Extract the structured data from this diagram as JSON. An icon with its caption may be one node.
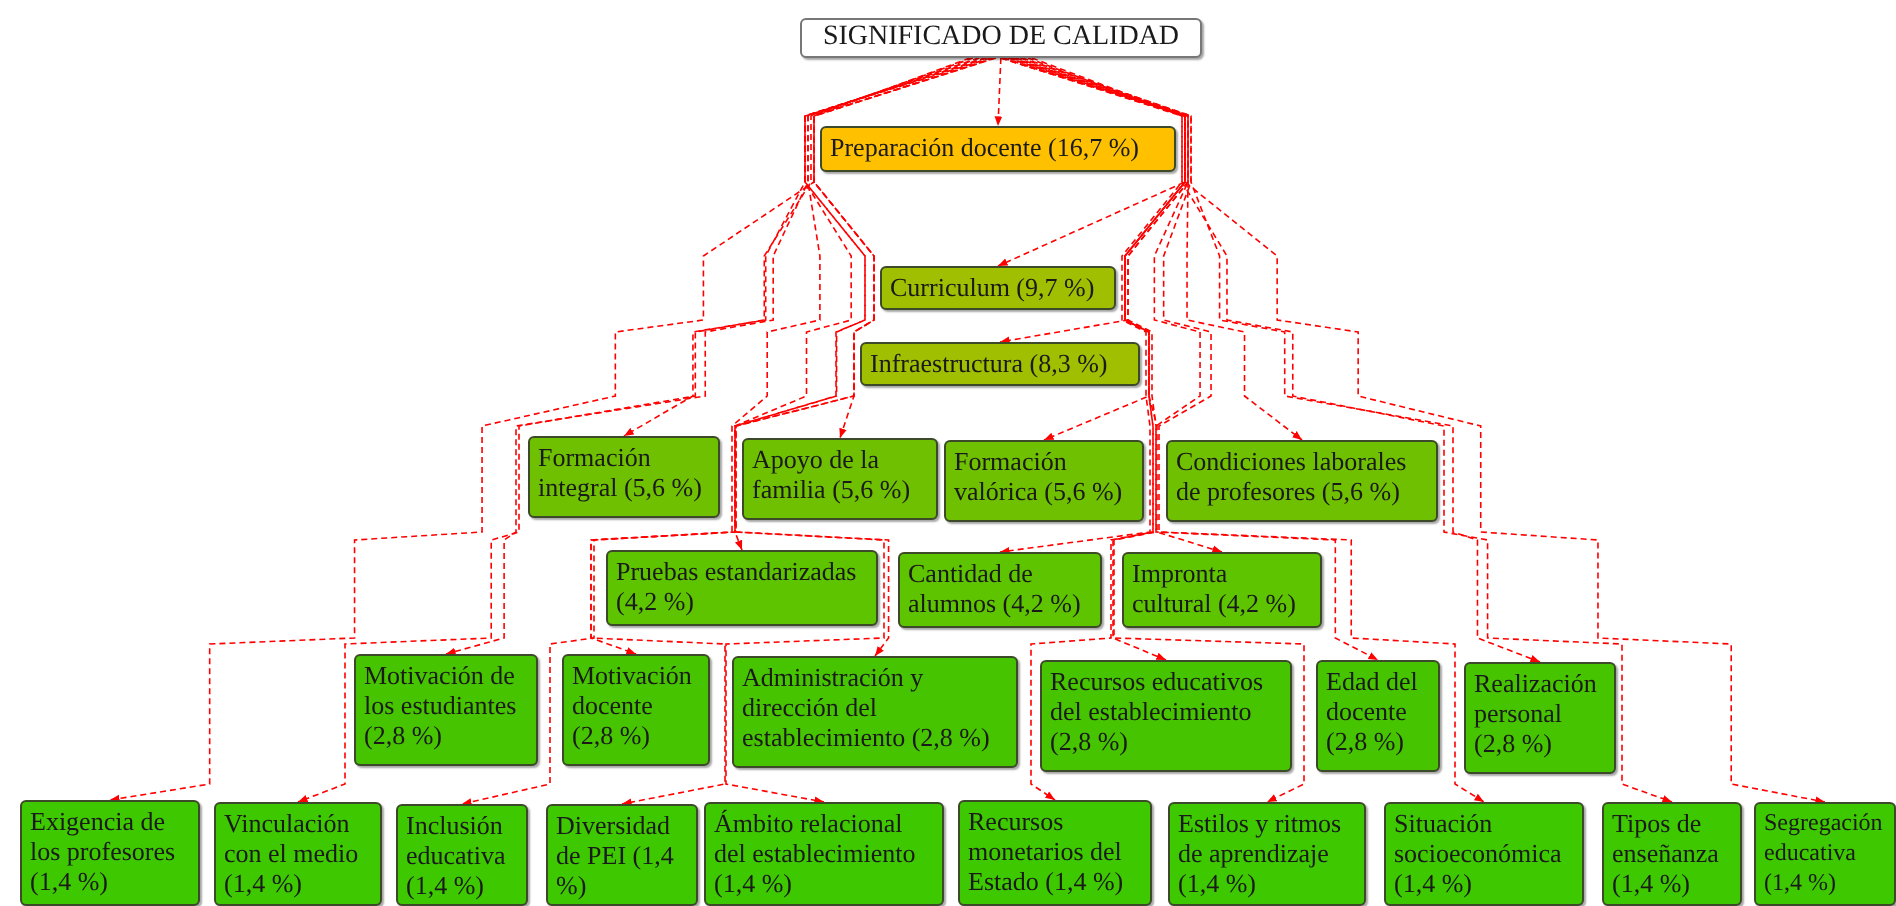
{
  "diagram": {
    "nodes": [
      {
        "text": [
          "SIGNIFICADO DE CALIDAD"
        ]
      },
      {
        "text": [
          "Preparación docente (16,7 %)"
        ]
      },
      {
        "text": [
          "Curriculum (9,7 %)"
        ]
      },
      {
        "text": [
          "Infraestructura (8,3 %)"
        ]
      },
      {
        "text": [
          "Formación integral (5,6 %)"
        ]
      },
      {
        "text": [
          "Apoyo de la familia (5,6 %)"
        ]
      },
      {
        "text": [
          "Formación valórica (5,6 %)"
        ]
      },
      {
        "text": [
          "Condiciones laborales de profesores (5,6 %)"
        ]
      },
      {
        "text": [
          "Pruebas estandarizadas (4,2 %)"
        ]
      },
      {
        "text": [
          "Cantidad de alumnos (4,2 %)"
        ]
      },
      {
        "text": [
          "Impronta cultural (4,2 %)"
        ]
      },
      {
        "text": [
          "Motivación de los estudiantes (2,8 %)"
        ]
      },
      {
        "text": [
          "Motivación docente (2,8 %)"
        ]
      },
      {
        "text": [
          "Administración y dirección del establecimiento (2,8 %)"
        ]
      },
      {
        "text": [
          "Recursos educativos del establecimiento (2,8 %)"
        ]
      },
      {
        "text": [
          "Edad del docente (2,8 %)"
        ]
      },
      {
        "text": [
          "Realización personal (2,8 %)"
        ]
      },
      {
        "text": [
          "Exigencia de los profesores (1,4 %)"
        ]
      },
      {
        "text": [
          "Vinculación con el medio (1,4 %)"
        ]
      },
      {
        "text": [
          "Inclusión educativa (1,4 %)"
        ]
      },
      {
        "text": [
          "Diversidad de PEI (1,4 %)"
        ]
      },
      {
        "text": [
          "Ámbito relacional del establecimiento (1,4 %)"
        ]
      },
      {
        "text": [
          "Recursos monetarios del Estado (1,4 %)"
        ]
      },
      {
        "text": [
          "Estilos y ritmos de aprendizaje (1,4 %)"
        ]
      },
      {
        "text": [
          "Situación socioeconómica (1,4 %)"
        ]
      },
      {
        "text": [
          "Tipos de enseñanza (1,4 %)"
        ]
      },
      {
        "text": [
          "Segregación educativa (1,4 %)"
        ]
      }
    ],
    "edges": [
      {
        "from": 0,
        "to": 1,
        "arrow": "to",
        "style": "dashed"
      },
      {
        "from": 0,
        "to": 2,
        "arrow": "to",
        "style": "dashed"
      },
      {
        "from": 0,
        "to": 3,
        "arrow": "to",
        "style": "dashed"
      },
      {
        "from": 0,
        "to": 4,
        "arrow": "to",
        "style": "dashed"
      },
      {
        "from": 0,
        "to": 5,
        "arrow": "to",
        "style": "dashed"
      },
      {
        "from": 0,
        "to": 6,
        "arrow": "to",
        "style": "dashed"
      },
      {
        "from": 0,
        "to": 7,
        "arrow": "to",
        "style": "dashed"
      },
      {
        "from": 0,
        "to": 8,
        "arrow": "to",
        "style": "dashed"
      },
      {
        "from": 0,
        "to": 9,
        "arrow": "to",
        "style": "dashed"
      },
      {
        "from": 0,
        "to": 10,
        "arrow": "to",
        "style": "dashed"
      },
      {
        "from": 0,
        "to": 11,
        "arrow": "to",
        "style": "dashed"
      },
      {
        "from": 0,
        "to": 12,
        "arrow": "to",
        "style": "dashed"
      },
      {
        "from": 0,
        "to": 13,
        "arrow": "to",
        "style": "dashed"
      },
      {
        "from": 0,
        "to": 14,
        "arrow": "to",
        "style": "dashed"
      },
      {
        "from": 0,
        "to": 15,
        "arrow": "to",
        "style": "dashed"
      },
      {
        "from": 0,
        "to": 16,
        "arrow": "to",
        "style": "dashed"
      },
      {
        "from": 0,
        "to": 17,
        "arrow": "to",
        "style": "dashed"
      },
      {
        "from": 0,
        "to": 18,
        "arrow": "to",
        "style": "dashed"
      },
      {
        "from": 0,
        "to": 19,
        "arrow": "to",
        "style": "dashed"
      },
      {
        "from": 0,
        "to": 20,
        "arrow": "to",
        "style": "dashed"
      },
      {
        "from": 0,
        "to": 21,
        "arrow": "to",
        "style": "dashed"
      },
      {
        "from": 0,
        "to": 22,
        "arrow": "to",
        "style": "dashed"
      },
      {
        "from": 0,
        "to": 23,
        "arrow": "to",
        "style": "dashed"
      },
      {
        "from": 0,
        "to": 24,
        "arrow": "to",
        "style": "dashed"
      },
      {
        "from": 0,
        "to": 25,
        "arrow": "to",
        "style": "dashed"
      },
      {
        "from": 0,
        "to": 26,
        "arrow": "to",
        "style": "dashed"
      }
    ]
  }
}
